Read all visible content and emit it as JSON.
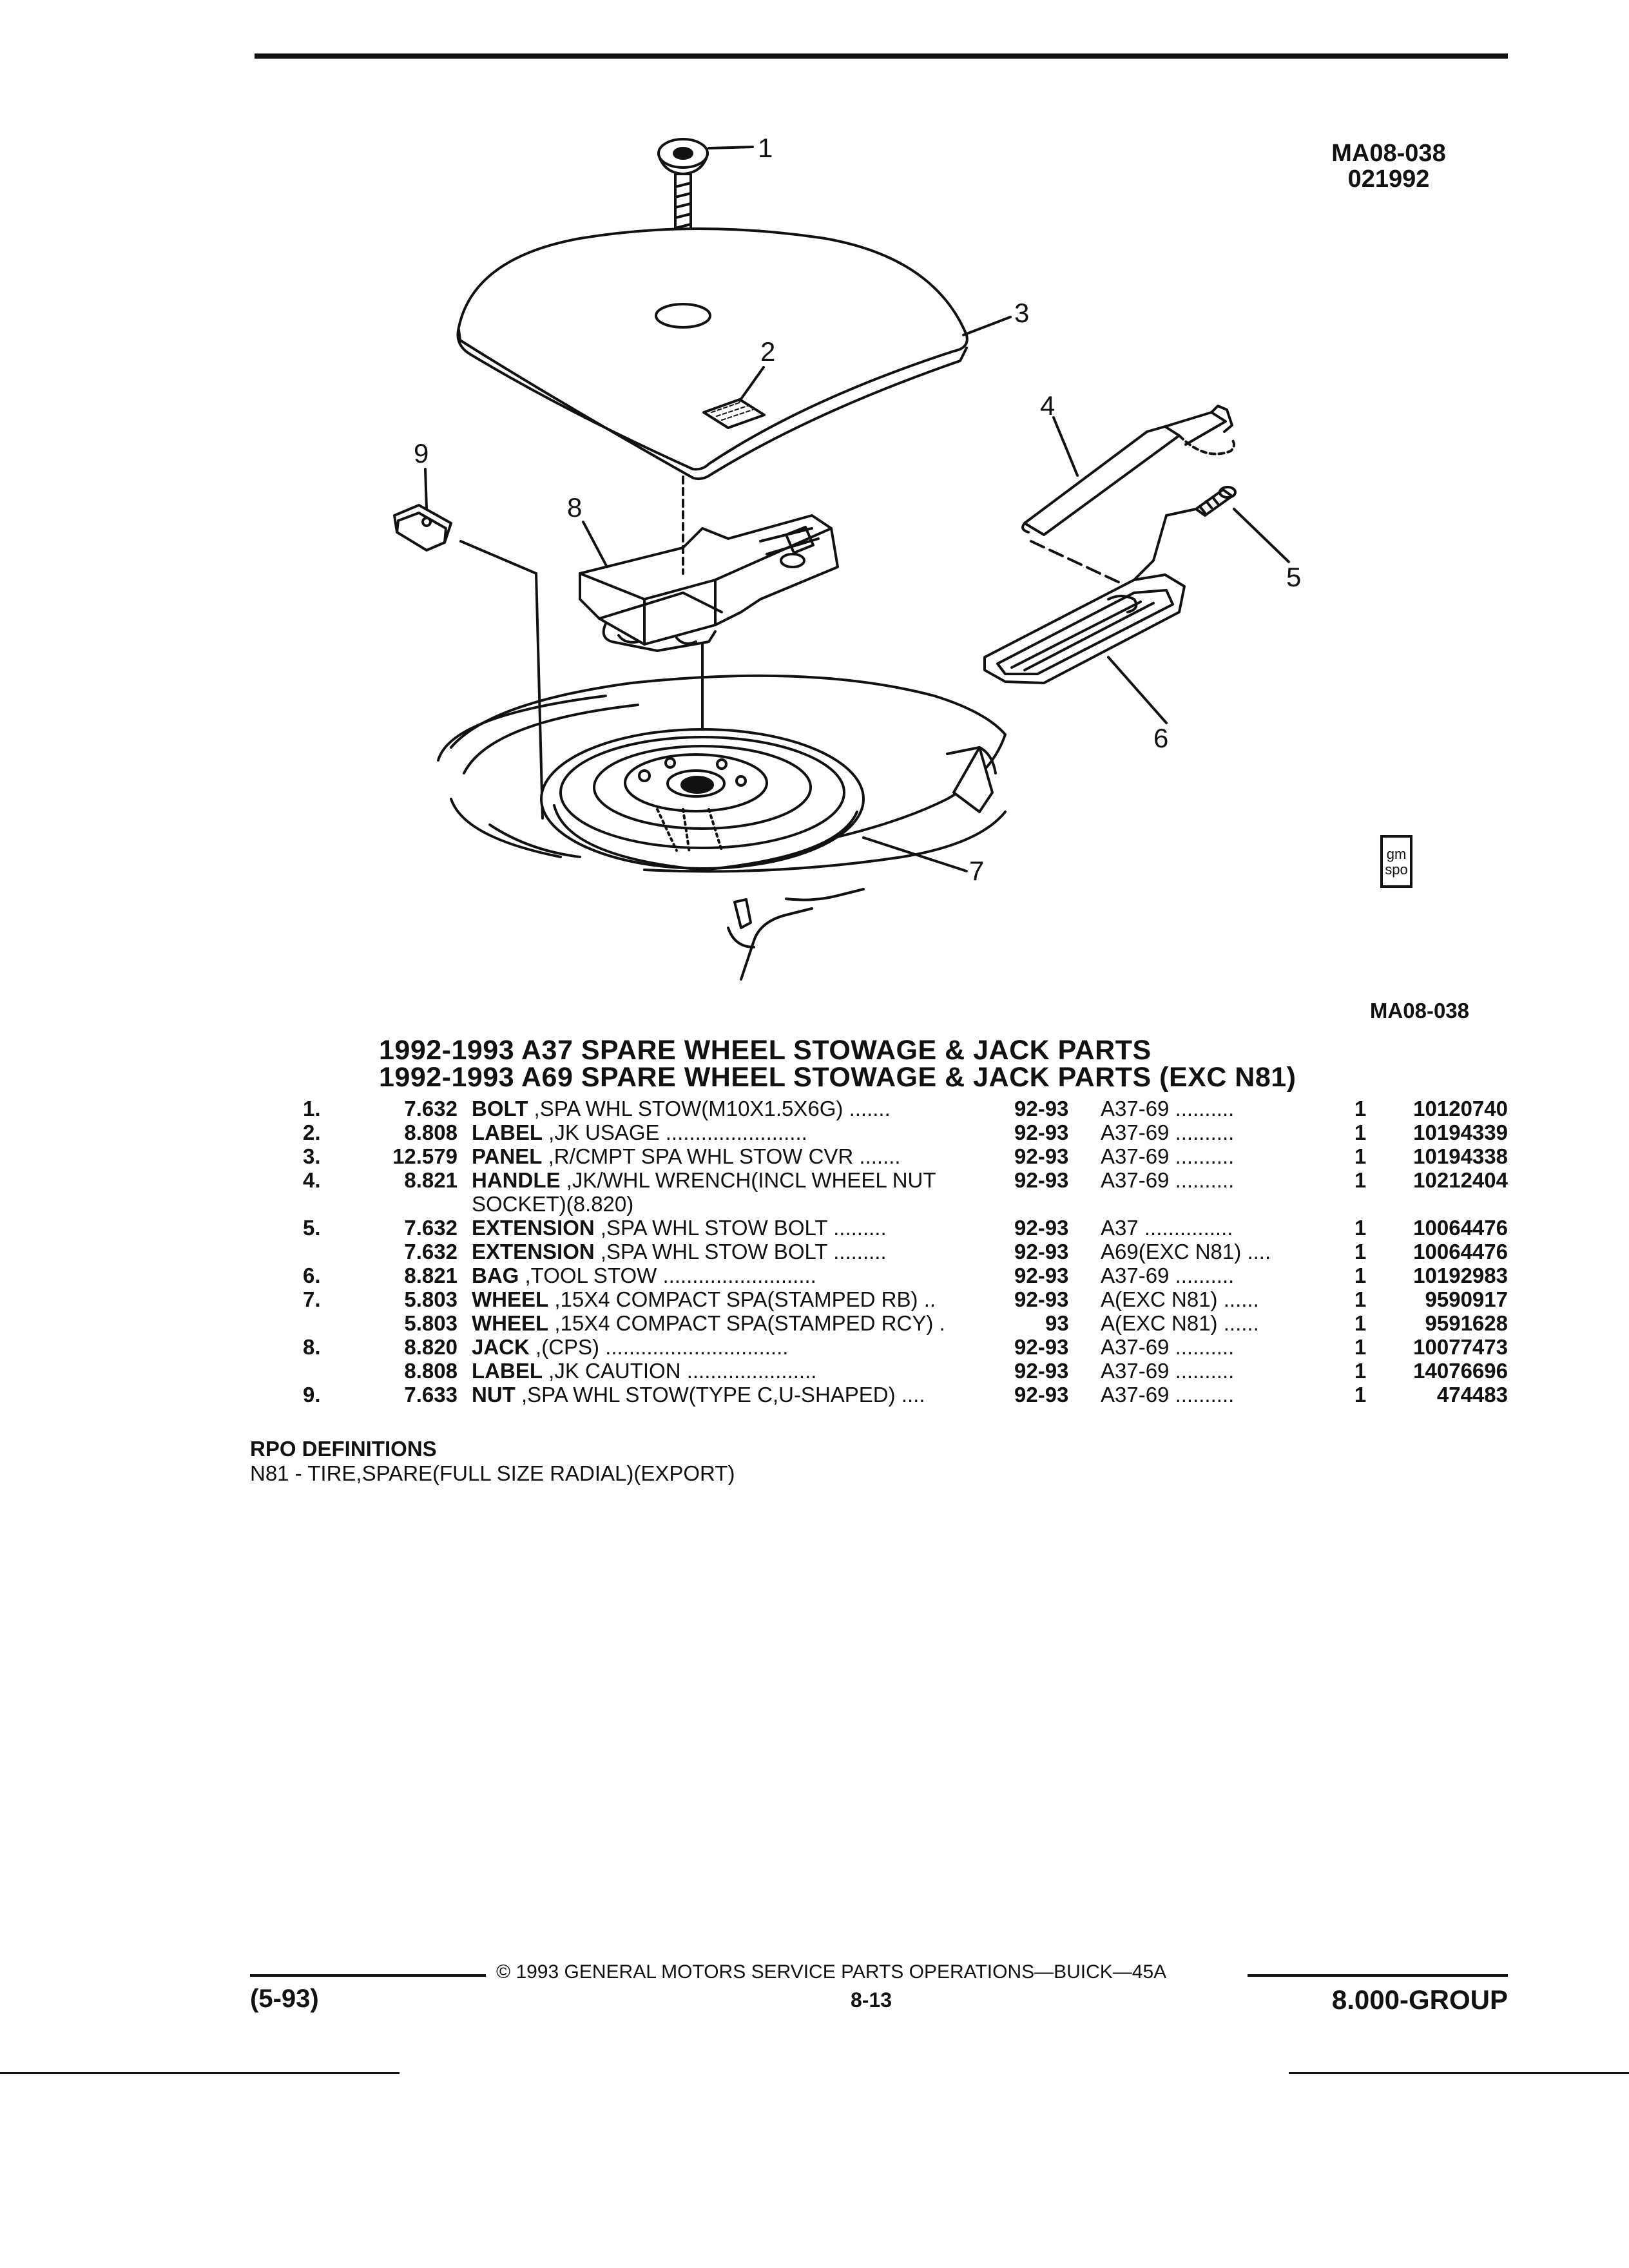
{
  "header": {
    "illustration_code": "MA08-038",
    "illustration_date": "021992"
  },
  "callouts": [
    "1",
    "2",
    "3",
    "4",
    "5",
    "6",
    "7",
    "8",
    "9"
  ],
  "illustration_caption": "MA08-038",
  "badge": {
    "line1": "gm",
    "line2": "spo"
  },
  "titles": [
    "1992-1993 A37 SPARE WHEEL STOWAGE & JACK PARTS",
    "1992-1993 A69 SPARE WHEEL STOWAGE & JACK PARTS (EXC N81)"
  ],
  "parts": [
    {
      "item": "1.",
      "fig": "7.632",
      "name": "BOLT",
      "desc": ",SPA WHL STOW(M10X1.5X6G)",
      "dots": ".......",
      "years": "92-93",
      "model": "A37-69",
      "mdots": "..........",
      "qty": "1",
      "part": "10120740"
    },
    {
      "item": "2.",
      "fig": "8.808",
      "name": "LABEL",
      "desc": ",JK USAGE",
      "dots": "........................",
      "years": "92-93",
      "model": "A37-69",
      "mdots": "..........",
      "qty": "1",
      "part": "10194339"
    },
    {
      "item": "3.",
      "fig": "12.579",
      "name": "PANEL",
      "desc": ",R/CMPT SPA WHL STOW CVR",
      "dots": ".......",
      "years": "92-93",
      "model": "A37-69",
      "mdots": "..........",
      "qty": "1",
      "part": "10194338"
    },
    {
      "item": "4.",
      "fig": "8.821",
      "name": "HANDLE",
      "desc": ",JK/WHL WRENCH(INCL WHEEL NUT",
      "dots": "",
      "years": "92-93",
      "model": "A37-69",
      "mdots": "..........",
      "qty": "1",
      "part": "10212404"
    },
    {
      "item": "",
      "fig": "",
      "name": "",
      "desc": "SOCKET)(8.820)",
      "dots": "",
      "years": "",
      "model": "",
      "mdots": "",
      "qty": "",
      "part": ""
    },
    {
      "item": "5.",
      "fig": "7.632",
      "name": "EXTENSION",
      "desc": ",SPA WHL STOW BOLT",
      "dots": ".........",
      "years": "92-93",
      "model": "A37",
      "mdots": "...............",
      "qty": "1",
      "part": "10064476"
    },
    {
      "item": "",
      "fig": "7.632",
      "name": "EXTENSION",
      "desc": ",SPA WHL STOW BOLT",
      "dots": ".........",
      "years": "92-93",
      "model": "A69(EXC N81)",
      "mdots": "....",
      "qty": "1",
      "part": "10064476"
    },
    {
      "item": "6.",
      "fig": "8.821",
      "name": "BAG",
      "desc": ",TOOL STOW",
      "dots": "..........................",
      "years": "92-93",
      "model": "A37-69",
      "mdots": "..........",
      "qty": "1",
      "part": "10192983"
    },
    {
      "item": "7.",
      "fig": "5.803",
      "name": "WHEEL",
      "desc": ",15X4 COMPACT SPA(STAMPED RB)",
      "dots": "..",
      "years": "92-93",
      "model": "A(EXC N81)",
      "mdots": "......",
      "qty": "1",
      "part": "9590917"
    },
    {
      "item": "",
      "fig": "5.803",
      "name": "WHEEL",
      "desc": ",15X4 COMPACT SPA(STAMPED RCY)",
      "dots": ".",
      "years": "93",
      "model": "A(EXC N81)",
      "mdots": "......",
      "qty": "1",
      "part": "9591628"
    },
    {
      "item": "8.",
      "fig": "8.820",
      "name": "JACK",
      "desc": ",(CPS)",
      "dots": "...............................",
      "years": "92-93",
      "model": "A37-69",
      "mdots": "..........",
      "qty": "1",
      "part": "10077473"
    },
    {
      "item": "",
      "fig": "8.808",
      "name": "LABEL",
      "desc": ",JK CAUTION",
      "dots": "......................",
      "years": "92-93",
      "model": "A37-69",
      "mdots": "..........",
      "qty": "1",
      "part": "14076696"
    },
    {
      "item": "9.",
      "fig": "7.633",
      "name": "NUT",
      "desc": ",SPA WHL STOW(TYPE C,U-SHAPED)",
      "dots": "....",
      "years": "92-93",
      "model": "A37-69",
      "mdots": "..........",
      "qty": "1",
      "part": "474483"
    }
  ],
  "rpo": {
    "heading": "RPO DEFINITIONS",
    "definition": "N81 - TIRE,SPARE(FULL SIZE RADIAL)(EXPORT)"
  },
  "footer": {
    "copyright": "© 1993 GENERAL MOTORS SERVICE PARTS OPERATIONS—BUICK—45A",
    "date_code": "(5-93)",
    "page": "8-13",
    "group": "8.000-GROUP"
  }
}
